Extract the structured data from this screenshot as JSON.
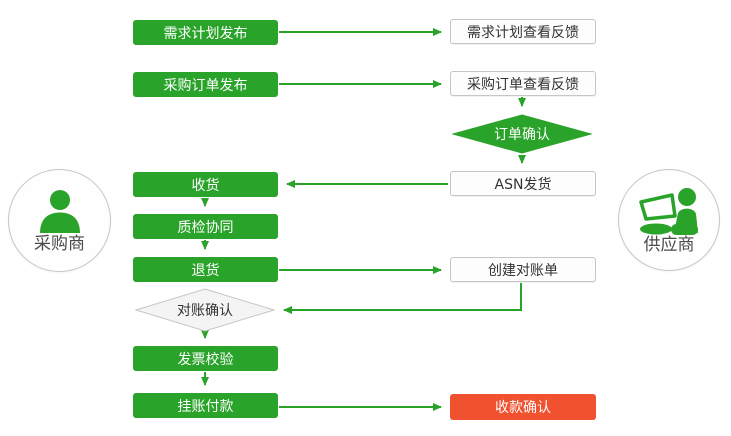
{
  "actors": {
    "buyer": {
      "label": "采购商"
    },
    "supplier": {
      "label": "供应商"
    }
  },
  "nodes": {
    "demand_plan_publish": {
      "label": "需求计划发布",
      "type": "green-process"
    },
    "po_publish": {
      "label": "采购订单发布",
      "type": "green-process"
    },
    "receive_goods": {
      "label": "收货",
      "type": "green-process"
    },
    "quality_inspection": {
      "label": "质检协同",
      "type": "green-process"
    },
    "return_goods": {
      "label": "退货",
      "type": "green-process"
    },
    "reconciliation_confirm": {
      "label": "对账确认",
      "type": "gray-decision"
    },
    "invoice_verification": {
      "label": "发票校验",
      "type": "green-process"
    },
    "account_payment": {
      "label": "挂账付款",
      "type": "green-process"
    },
    "demand_plan_feedback": {
      "label": "需求计划查看反馈",
      "type": "white-process"
    },
    "po_feedback": {
      "label": "采购订单查看反馈",
      "type": "white-process"
    },
    "order_confirm": {
      "label": "订单确认",
      "type": "green-decision"
    },
    "asn_shipping": {
      "label": "ASN发货",
      "type": "white-process"
    },
    "create_statement": {
      "label": "创建对账单",
      "type": "white-process"
    },
    "payment_confirm": {
      "label": "收款确认",
      "type": "red-process"
    }
  },
  "colors": {
    "green": "#2AA32A",
    "red": "#F0512F",
    "white_box_bg": "#FDFDFD",
    "box_border_gray": "#C6C6C6",
    "diamond_gray_bg": "#F4F4F4",
    "text_dark": "#333333",
    "text_white": "#FFFFFF"
  }
}
